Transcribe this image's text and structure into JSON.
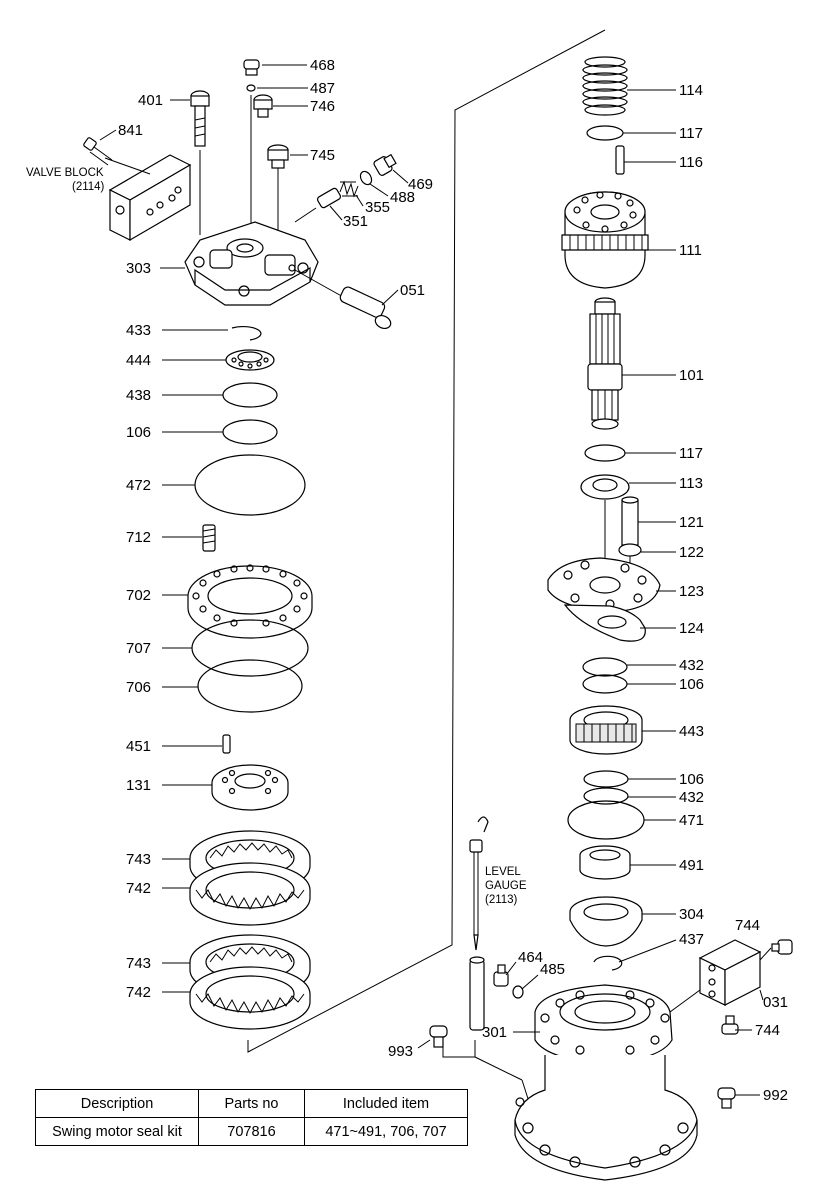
{
  "callouts": [
    {
      "id": "468",
      "label": "468"
    },
    {
      "id": "487",
      "label": "487"
    },
    {
      "id": "401",
      "label": "401"
    },
    {
      "id": "746",
      "label": "746"
    },
    {
      "id": "841",
      "label": "841"
    },
    {
      "id": "745",
      "label": "745"
    },
    {
      "id": "469",
      "label": "469"
    },
    {
      "id": "488",
      "label": "488"
    },
    {
      "id": "355",
      "label": "355"
    },
    {
      "id": "351",
      "label": "351"
    },
    {
      "id": "303",
      "label": "303"
    },
    {
      "id": "051",
      "label": "051"
    },
    {
      "id": "433",
      "label": "433"
    },
    {
      "id": "444",
      "label": "444"
    },
    {
      "id": "438",
      "label": "438"
    },
    {
      "id": "106a",
      "label": "106"
    },
    {
      "id": "472",
      "label": "472"
    },
    {
      "id": "712",
      "label": "712"
    },
    {
      "id": "702",
      "label": "702"
    },
    {
      "id": "707",
      "label": "707"
    },
    {
      "id": "706",
      "label": "706"
    },
    {
      "id": "451",
      "label": "451"
    },
    {
      "id": "131",
      "label": "131"
    },
    {
      "id": "743a",
      "label": "743"
    },
    {
      "id": "742a",
      "label": "742"
    },
    {
      "id": "743b",
      "label": "743"
    },
    {
      "id": "742b",
      "label": "742"
    },
    {
      "id": "114",
      "label": "114"
    },
    {
      "id": "117a",
      "label": "117"
    },
    {
      "id": "116",
      "label": "116"
    },
    {
      "id": "111",
      "label": "111"
    },
    {
      "id": "101",
      "label": "101"
    },
    {
      "id": "117b",
      "label": "117"
    },
    {
      "id": "113",
      "label": "113"
    },
    {
      "id": "121",
      "label": "121"
    },
    {
      "id": "122",
      "label": "122"
    },
    {
      "id": "123",
      "label": "123"
    },
    {
      "id": "124",
      "label": "124"
    },
    {
      "id": "432a",
      "label": "432"
    },
    {
      "id": "106b",
      "label": "106"
    },
    {
      "id": "443",
      "label": "443"
    },
    {
      "id": "106c",
      "label": "106"
    },
    {
      "id": "432b",
      "label": "432"
    },
    {
      "id": "471",
      "label": "471"
    },
    {
      "id": "491",
      "label": "491"
    },
    {
      "id": "304",
      "label": "304"
    },
    {
      "id": "744a",
      "label": "744"
    },
    {
      "id": "437",
      "label": "437"
    },
    {
      "id": "464",
      "label": "464"
    },
    {
      "id": "485",
      "label": "485"
    },
    {
      "id": "031",
      "label": "031"
    },
    {
      "id": "301",
      "label": "301"
    },
    {
      "id": "744b",
      "label": "744"
    },
    {
      "id": "993",
      "label": "993"
    },
    {
      "id": "992",
      "label": "992"
    }
  ],
  "notes": {
    "valve_block": {
      "line1": "VALVE BLOCK",
      "line2": "(2114)"
    },
    "level_gauge": {
      "line1": "LEVEL",
      "line2": "GAUGE",
      "line3": "(2113)"
    }
  },
  "kit_table": {
    "headers": [
      "Description",
      "Parts no",
      "Included item"
    ],
    "rows": [
      [
        "Swing motor seal kit",
        "707816",
        "471~491, 706, 707"
      ]
    ]
  }
}
